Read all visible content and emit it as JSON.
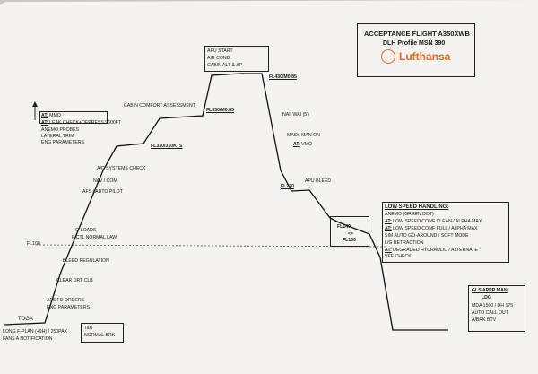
{
  "header": {
    "title": "ACCEPTANCE FLIGHT A350XWB",
    "subtitle": "DLH Profile MSN 390",
    "logo_text": "Lufthansa",
    "logo_color": "#e06a2c"
  },
  "labels": {
    "toga": "TOGA",
    "long_fplan": "LONG F-PLAN (+9H) / 250PAX",
    "fans_notification": "FANS A NOTIFICATION",
    "taxi": "Taxi",
    "normal_brk": "NORMAL BRK",
    "afs_fd_orders": "AFS FD ORDERS",
    "eng_parameters_low": "ENG PARAMETERS",
    "clear_drt_clb": "CLEAR DRT CLB",
    "bleed_regulation": "BLEED REGULATION",
    "fl100_left": "FL100",
    "g_loads": "G-LOADS",
    "fctl_normal_law": "F/CTL NORMAL LAW",
    "afs_autopilot": "AFS / AUTO PILOT",
    "nav_com": "NAV / COM",
    "ac_systems_check": "A/C SYSTEMS CHECK",
    "fl310": "FL310/310KTS",
    "cabin_comfort": "CABIN COMFORT ASSESSMENT",
    "fl350": "FL350/M0.85",
    "fl430": "FL430/M0.85",
    "apu_start": "APU START",
    "air_cond": "AIR COND",
    "cabin_alt": "CABIN ALT & ΔP",
    "nai_wai": "NAI, WAI (5')",
    "mask_man_on": "MASK MAN ON",
    "at_vmo_prefix": "AT:",
    "at_vmo": "VMO",
    "apu_bleed": "APU BLEED",
    "fl220": "FL220",
    "fl140": "FL140",
    "fl140_mid": "<>",
    "fl100_right": "FL100",
    "mmo_block": {
      "l1_prefix": "AT:",
      "l1": "MMO",
      "l2_prefix": "AT:",
      "l2": "LEAK CHECK+DEPRESS 9600FT",
      "l3": "ANEMO PROBES",
      "l4": "LATERAL TRIM",
      "l5": "ENG PARAMETERS"
    },
    "low_speed": {
      "title": "LOW SPEED HANDLING:",
      "l1": "ANEMO (GREEN DOT)",
      "l2_prefix": "AT:",
      "l2": "LOW SPEED CONF CLEAN / ALPHA MAX",
      "l3_prefix": "AT:",
      "l3": "LOW SPEED CONF FULL / ALPHA MAX",
      "l4": "SIM AUTO GO-AROUND / SOFT MODE",
      "l5": "L/G RETRACTION",
      "l6_prefix": "AT:",
      "l6": "DEGRADED HYDRAULIC / ALTERNATE",
      "l7": "VFE CHECK"
    },
    "gls": {
      "title": "GLS APPR  MAN",
      "l1": "LDG",
      "l2": "MDA 1500 / DH 175",
      "l3": "AUTO CALL OUT",
      "l4": "A/BRK BTV"
    }
  }
}
